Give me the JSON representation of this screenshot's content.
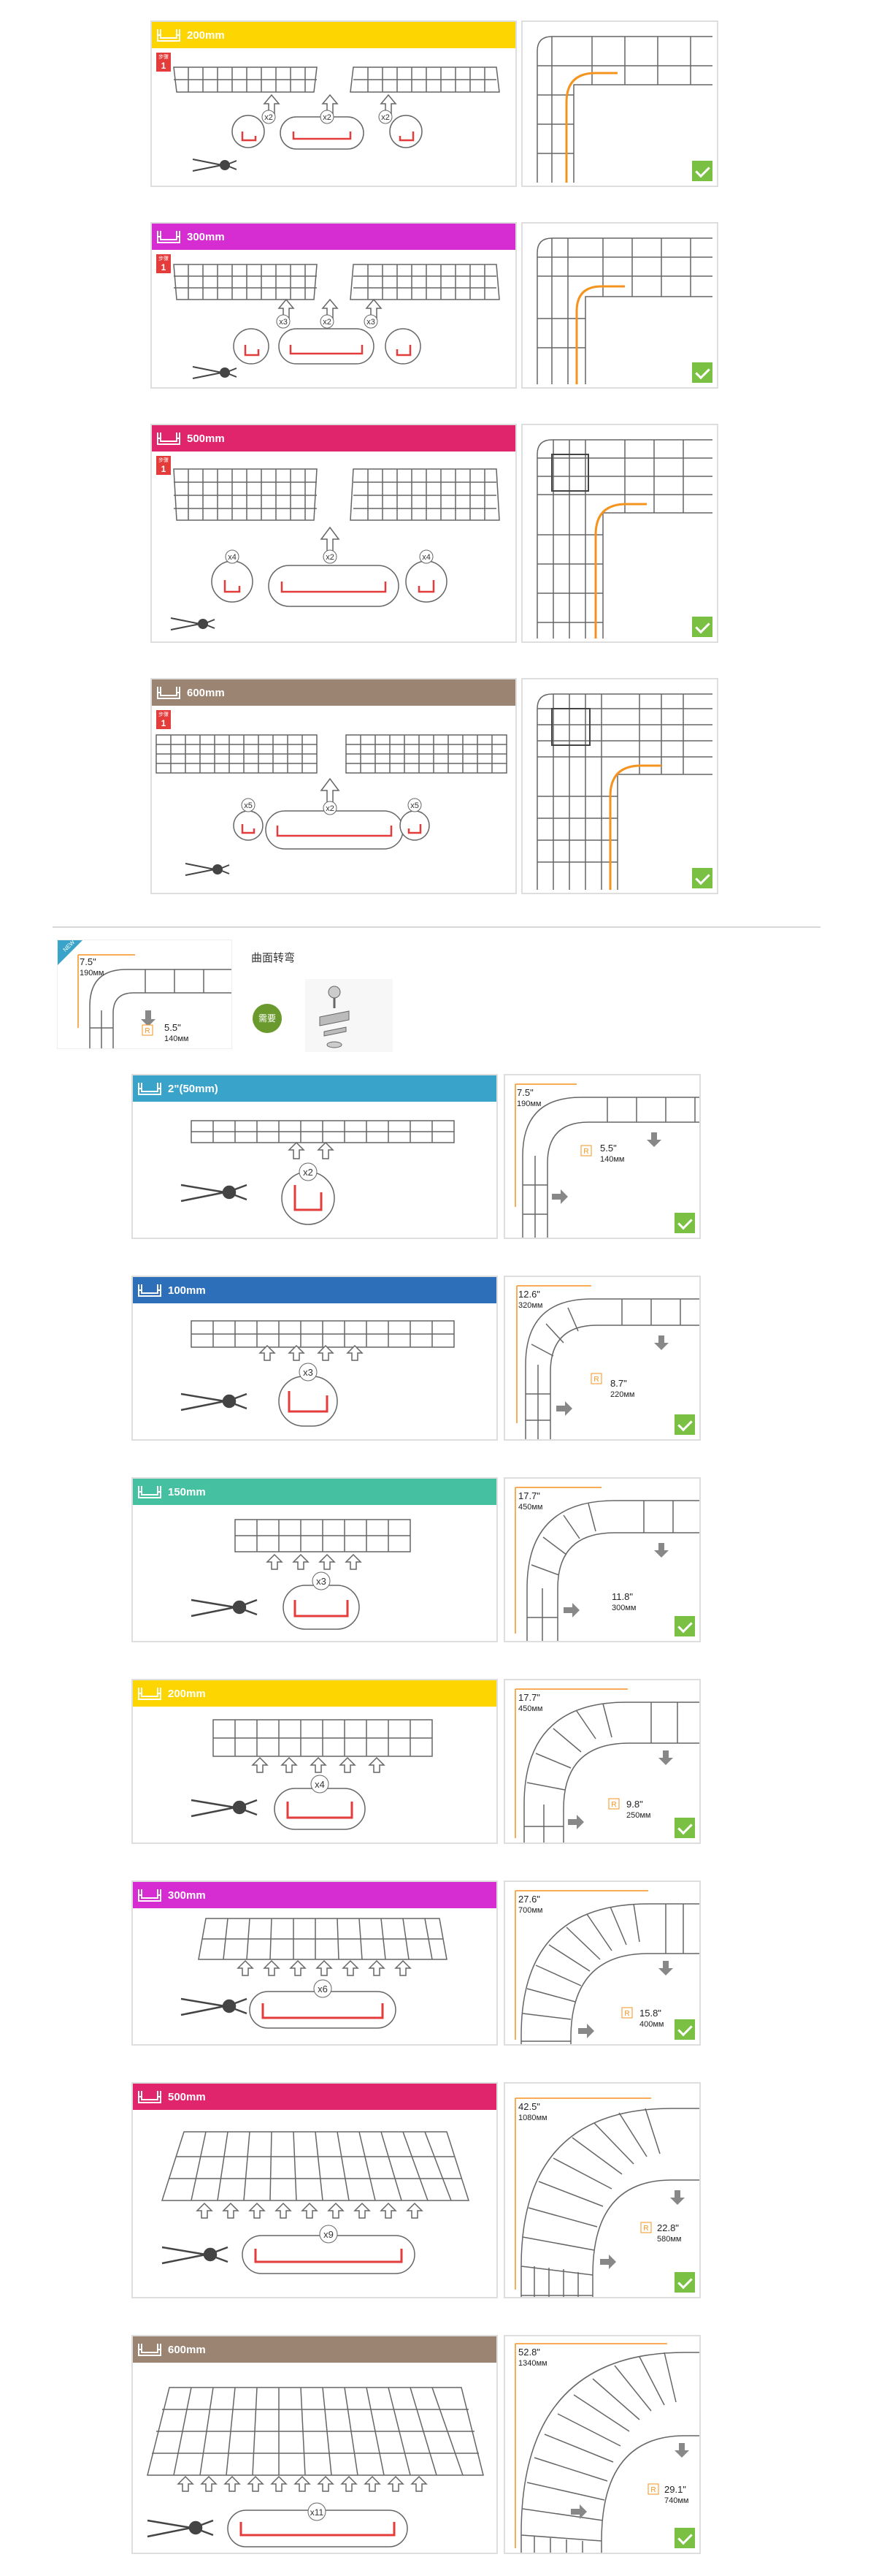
{
  "colors": {
    "size_200": "#fdd500",
    "size_300": "#d52dd1",
    "size_500": "#e0256c",
    "size_600": "#9b8472",
    "size_2in": "#3aa3c9",
    "size_100": "#2e6fba",
    "size_150": "#45c1a2",
    "accent_orange": "#f5931f",
    "bracket_red": "#e43b3b",
    "check_green": "#7ac143"
  },
  "icons": [
    "tray-icon",
    "step-badge-icon",
    "bolt-cutter-icon",
    "checkmark-icon",
    "arrow-up-icon",
    "arrow-down-icon",
    "arrow-right-icon"
  ],
  "step_badge": {
    "label": "步骤",
    "number": "1"
  },
  "corner_sections": [
    {
      "size": "200mm",
      "counts": [
        "x2",
        "x2",
        "x2"
      ]
    },
    {
      "size": "300mm",
      "counts": [
        "x3",
        "x2",
        "x3"
      ]
    },
    {
      "size": "500mm",
      "counts": [
        "x4",
        "x2",
        "x4"
      ]
    },
    {
      "size": "600mm",
      "counts": [
        "x5",
        "x2",
        "x5"
      ]
    }
  ],
  "curve_intro": {
    "title": "曲面转弯",
    "badge": "需要",
    "ribbon": "NEW",
    "outer_dim": "7.5\"",
    "outer_mm": "190мм",
    "inner_dim": "5.5\"",
    "inner_mm": "140мм",
    "r_label": "R"
  },
  "curve_sections": [
    {
      "size": "2\"(50mm)",
      "count": "x2",
      "outer_in": "7.5\"",
      "outer_mm": "190мм",
      "inner_in": "5.5\"",
      "inner_mm": "140мм"
    },
    {
      "size": "100mm",
      "count": "x3",
      "outer_in": "12.6\"",
      "outer_mm": "320мм",
      "inner_in": "8.7\"",
      "inner_mm": "220мм"
    },
    {
      "size": "150mm",
      "count": "x3",
      "outer_in": "17.7\"",
      "outer_mm": "450мм",
      "inner_in": "11.8\"",
      "inner_mm": "300мм"
    },
    {
      "size": "200mm",
      "count": "x4",
      "outer_in": "17.7\"",
      "outer_mm": "450мм",
      "inner_in": "9.8\"",
      "inner_mm": "250мм"
    },
    {
      "size": "300mm",
      "count": "x6",
      "outer_in": "27.6\"",
      "outer_mm": "700мм",
      "inner_in": "15.8\"",
      "inner_mm": "400мм"
    },
    {
      "size": "500mm",
      "count": "x9",
      "outer_in": "42.5\"",
      "outer_mm": "1080мм",
      "inner_in": "22.8\"",
      "inner_mm": "580мм"
    },
    {
      "size": "600mm",
      "count": "x11",
      "outer_in": "52.8\"",
      "outer_mm": "1340мм",
      "inner_in": "29.1\"",
      "inner_mm": "740мм"
    }
  ]
}
